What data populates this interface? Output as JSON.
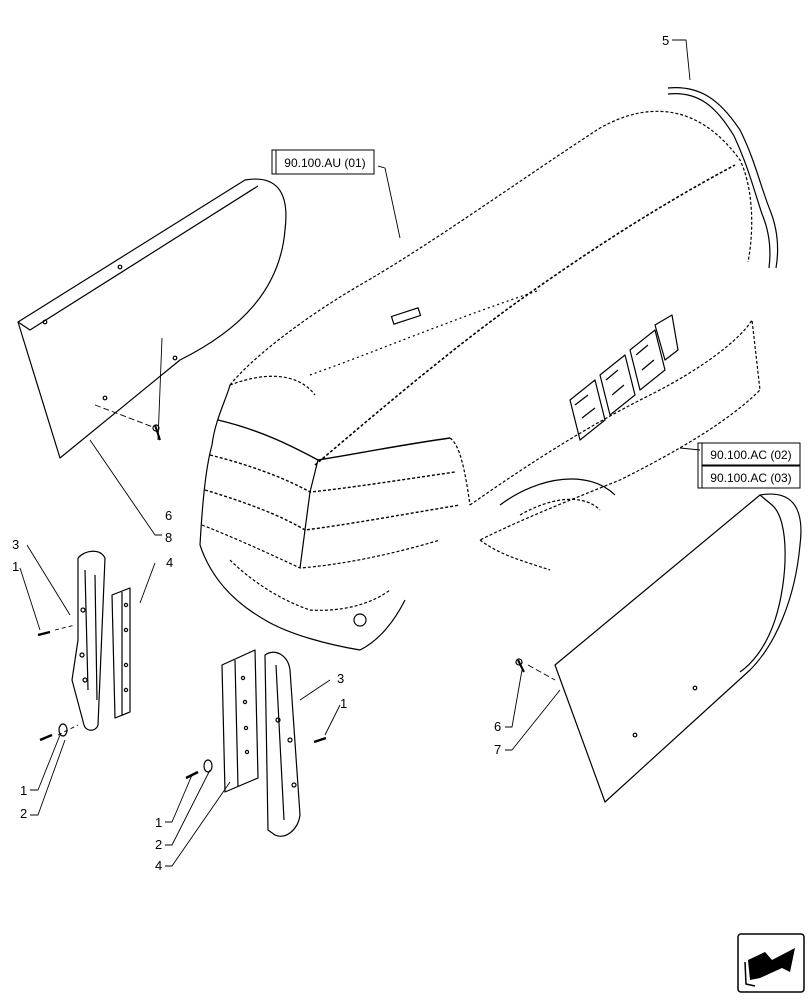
{
  "callouts": {
    "c1a": "1",
    "c1b": "1",
    "c1c": "1",
    "c1d": "1",
    "c2a": "2",
    "c2b": "2",
    "c3a": "3",
    "c3b": "3",
    "c4a": "4",
    "c4b": "4",
    "c5": "5",
    "c6a": "6",
    "c6b": "6",
    "c7": "7",
    "c8": "8"
  },
  "references": {
    "ref_au01": "90.100.AU (01)",
    "ref_ac02": "90.100.AC (02)",
    "ref_ac03": "90.100.AC (03)"
  },
  "icons": {
    "nav": "arrow-next-icon"
  }
}
